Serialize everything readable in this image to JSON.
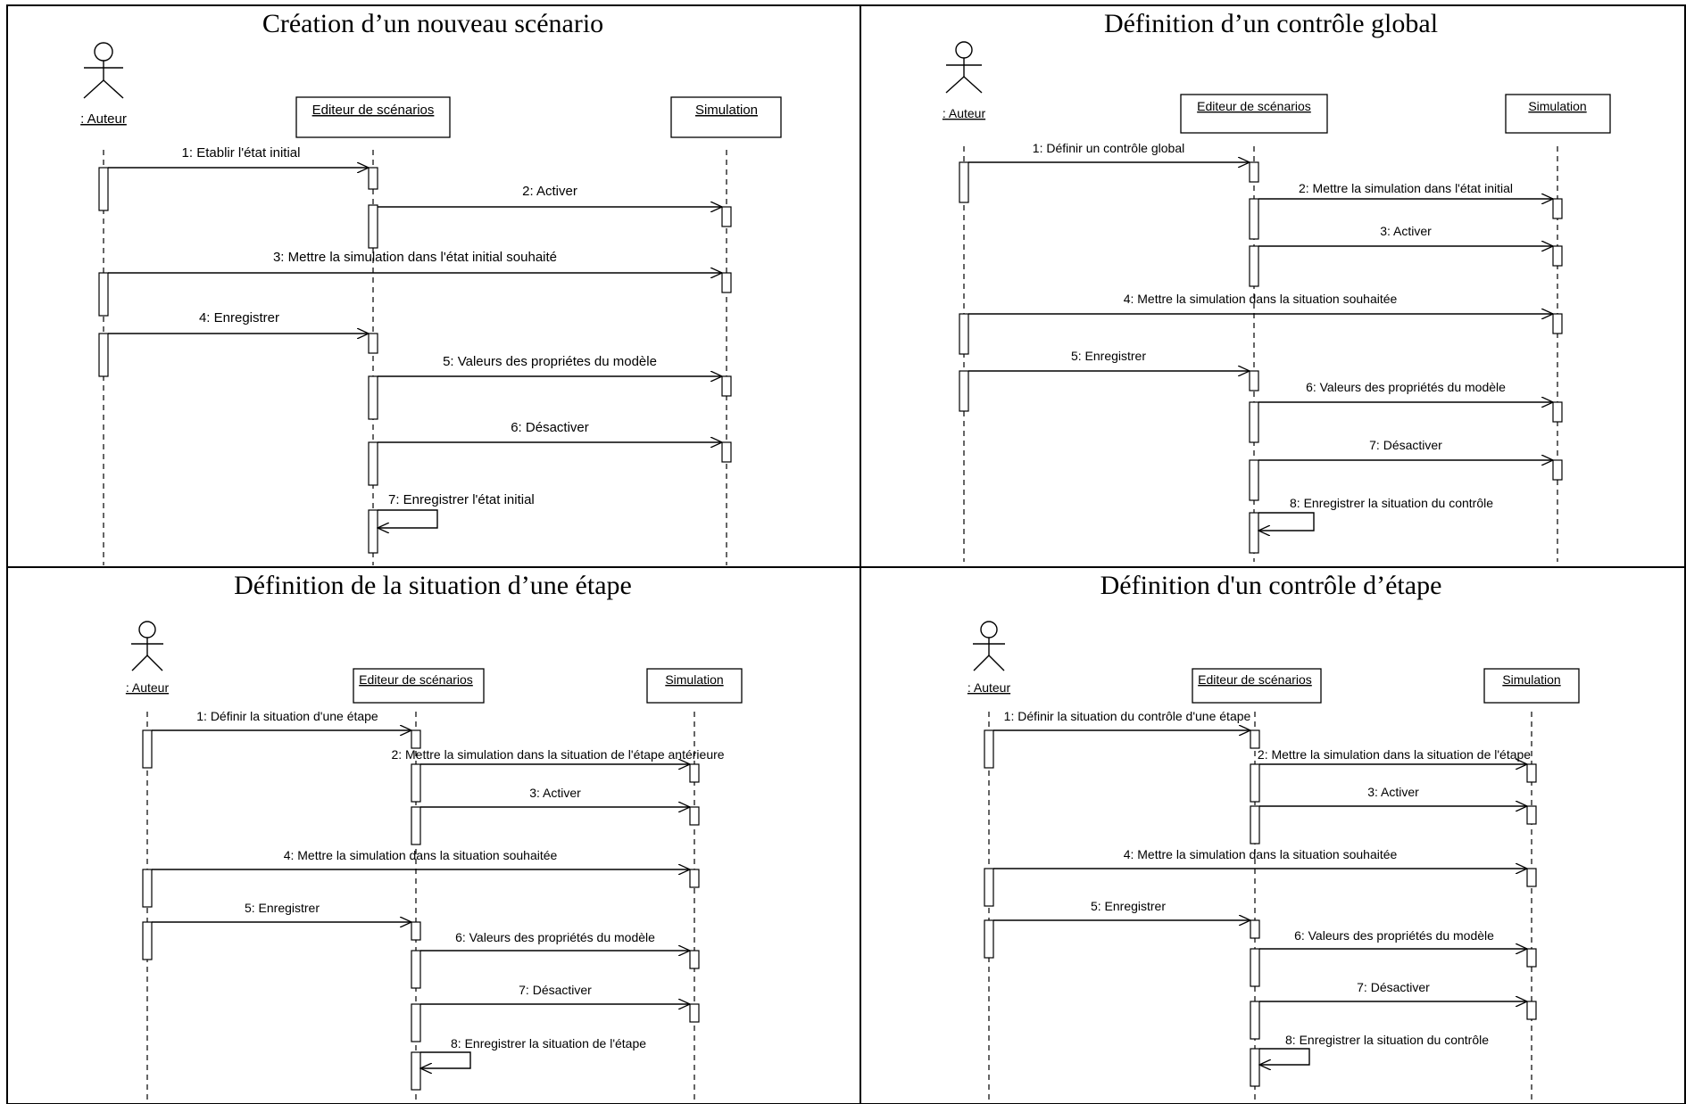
{
  "diagrams": [
    {
      "title": "Création d’un nouveau scénario",
      "participants": [
        ": Auteur",
        "Editeur de scénarios",
        "Simulation"
      ],
      "messages": [
        "1: Etablir l'état initial",
        "2: Activer",
        "3: Mettre la simulation dans l'état initial souhaité",
        "4: Enregistrer",
        "5: Valeurs des propriétes du modèle",
        "6: Désactiver",
        "7: Enregistrer l'état initial"
      ]
    },
    {
      "title": "Définition d’un contrôle global",
      "participants": [
        ": Auteur",
        "Editeur de scénarios",
        "Simulation"
      ],
      "messages": [
        "1: Définir un contrôle global",
        "2: Mettre la simulation dans l'état initial",
        "3: Activer",
        "4: Mettre la simulation dans la situation souhaitée",
        "5: Enregistrer",
        "6: Valeurs des propriétés du modèle",
        "7: Désactiver",
        "8: Enregistrer la situation du contrôle"
      ]
    },
    {
      "title": "Définition de la situation d’une étape",
      "participants": [
        ": Auteur",
        "Editeur de scénarios",
        "Simulation"
      ],
      "messages": [
        "1: Définir la situation d'une étape",
        "2: Mettre la simulation dans la situation de l'étape antérieure",
        "3: Activer",
        "4: Mettre la simulation dans la situation souhaitée",
        "5: Enregistrer",
        "6: Valeurs des propriétés du modèle",
        "7: Désactiver",
        "8: Enregistrer la situation de l'étape"
      ]
    },
    {
      "title": "Définition d'un contrôle d’étape",
      "participants": [
        ": Auteur",
        "Editeur de scénarios",
        "Simulation"
      ],
      "messages": [
        "1: Définir la situation du contrôle d'une étape",
        "2: Mettre la simulation dans la situation de l'étape",
        "3: Activer",
        "4: Mettre la simulation dans la situation souhaitée",
        "5: Enregistrer",
        "6: Valeurs des propriétés du modèle",
        "7: Désactiver",
        "8: Enregistrer la situation du contrôle"
      ]
    }
  ]
}
